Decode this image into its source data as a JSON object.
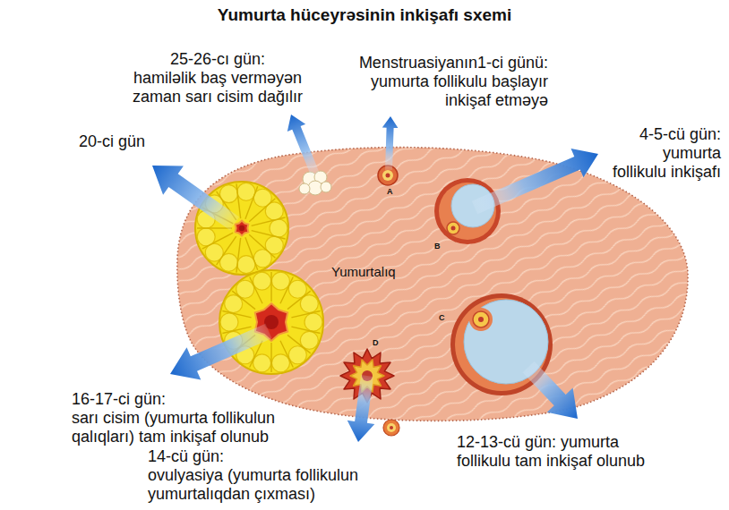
{
  "diagram": {
    "title": "Yumurta hüceyrəsinin inkişafı sxemi",
    "nodes": [
      {
        "text": [
          "Yumurtalıq"
        ]
      }
    ],
    "labels": [
      "25-26-cı gün:",
      "hamiləlik baş verməyən zaman sarı cisim dağılır",
      "Menstruasiyanın1-ci günü:",
      "yumurta follikulu başlayır inkişaf etməyə",
      "20-ci gün",
      "4-5-cü gün:",
      "yumurta follikulu inkişafı",
      "16-17-ci gün:",
      "sarı cisim (yumurta follikulun qalıqları) tam inkişaf olunub",
      "14-cü gün:",
      "ovulyasiya (yumurta follikulun yumurtalıqdan çıxması)",
      "12-13-cü gün: yumurta follikulu tam inkişaf olunub",
      "A",
      "B",
      "C",
      "D"
    ]
  }
}
